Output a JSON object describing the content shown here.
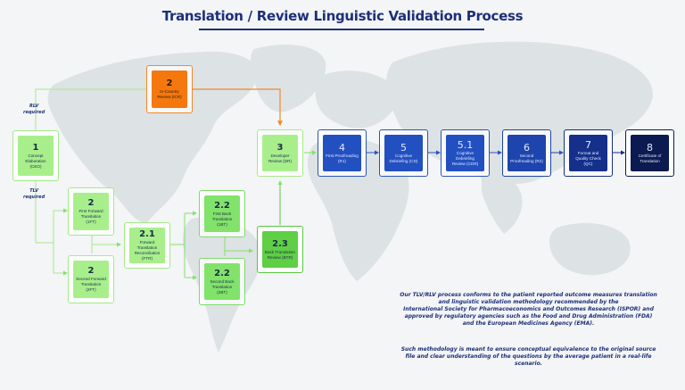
{
  "header": {
    "title": "Translation / Review Linguistic Validation Process"
  },
  "branch_labels": {
    "rlv": [
      "RLV",
      "required"
    ],
    "tlv": [
      "TLV",
      "required"
    ]
  },
  "steps": {
    "concept": {
      "num": "1",
      "label": "Concept Elaboration (CEO)"
    },
    "in_country": {
      "num": "2",
      "label": "In-Country Review (ICR)"
    },
    "first_forward": {
      "num": "2",
      "label": "First Forward Translation (1FT)"
    },
    "second_forward": {
      "num": "2",
      "label": "Second Forward Translation (2FT)"
    },
    "reconciliation": {
      "num": "2.1",
      "label": "Forward Translation Reconciliation (FTR)"
    },
    "first_back": {
      "num": "2.2",
      "label": "First Back Translation (1BT)"
    },
    "second_back": {
      "num": "2.2",
      "label": "Second Back Translation (2BT)"
    },
    "back_review": {
      "num": "2.3",
      "label": "Back Translation Review (BTR)"
    },
    "developer": {
      "num": "3",
      "label": "Developer Review (DR)"
    },
    "first_proof": {
      "num": "4",
      "label": "First Proofreading (R1)"
    },
    "cog_debrief": {
      "num": "5",
      "label": "Cognitive Debriefing (CD)"
    },
    "cog_review": {
      "num": "5.1",
      "label": "Cognitive Debriefing Review (CDR)"
    },
    "second_proof": {
      "num": "6",
      "label": "Second Proofreading (R2)"
    },
    "format_qc": {
      "num": "7",
      "label": "Format and Quality Check (QC)"
    },
    "certificate": {
      "num": "8",
      "label": "Certificate of Translation"
    }
  },
  "notes": {
    "paragraph1": [
      "Our TLV/RLV process conforms to the patient reported outcome measures translation",
      "and linguistic validation methodology recommended by the",
      "International Society for Pharmacoeconomics and Outcomes Research (ISPOR) and",
      "approved by regulatory agencies such as the  Food and Drug Administration (FDA)",
      "and the European Medicines Agency (EMA)."
    ],
    "paragraph2": [
      "Such methodology is meant to ensure conceptual equivalence to the original source",
      "file and clear understanding of the questions by the average patient in a real-life",
      "scenario."
    ]
  },
  "colors": {
    "title": "#1d2f7a",
    "green_light": "#a8ef8c",
    "green_mid": "#82e36a",
    "green_dark": "#5fcf45",
    "orange": "#f5780e",
    "blue": "#2350c0",
    "navy": "#0b1a50",
    "map": "#dfe3e6"
  }
}
